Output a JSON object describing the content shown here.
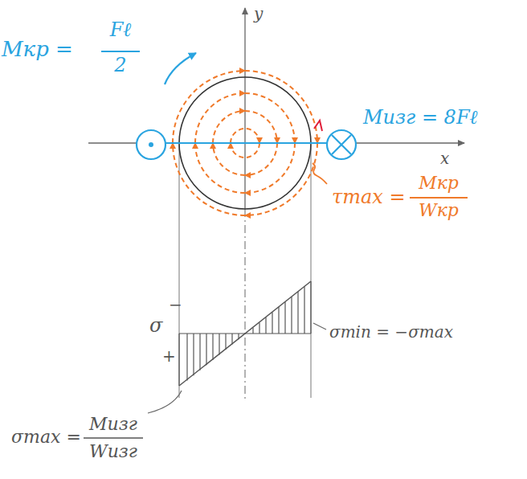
{
  "diagram": {
    "labels": [
      "Mкр =",
      "Fℓ",
      "2",
      "y",
      "Mизг = 8Fℓ",
      "x",
      "τmax =",
      "Mкр",
      "Wкр",
      "σ",
      "−",
      "+",
      "σmin = −σmax",
      "σmax =",
      "Mизг",
      "Wизг"
    ]
  }
}
